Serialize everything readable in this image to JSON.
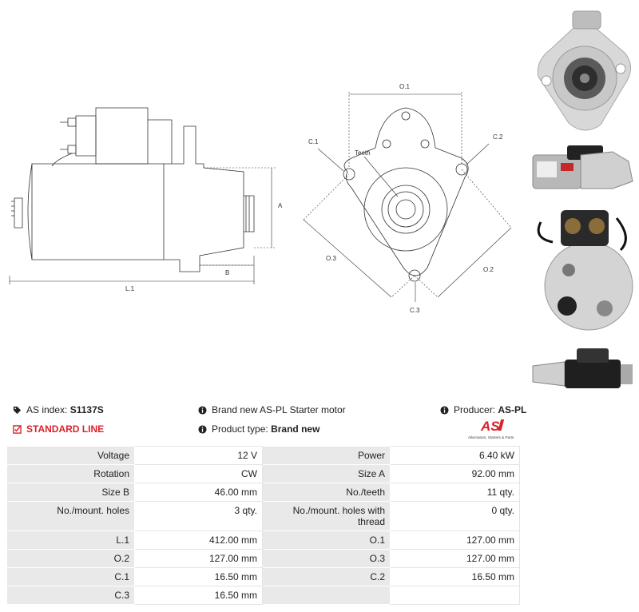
{
  "drawing": {
    "labels": {
      "A": "A",
      "B": "B",
      "L1": "L.1",
      "O1": "O.1",
      "O2": "O.2",
      "O3": "O.3",
      "C1": "C.1",
      "C2": "C.2",
      "C3": "C.3",
      "teeth": "Teeth"
    }
  },
  "photos": [
    "front-view-photo",
    "side-view-photo",
    "rear-view-photo",
    "side-view-photo-2"
  ],
  "info": {
    "as_index_label": "AS index:",
    "as_index_value": "S1137S",
    "standard_line": "STANDARD LINE",
    "description": "Brand new AS-PL Starter motor",
    "product_type_label": "Product type:",
    "product_type_value": "Brand new",
    "producer_label": "Producer:",
    "producer_value": "AS-PL",
    "logo_text": "AS",
    "logo_subtext": "Alternators, Starters & Parts"
  },
  "specs": [
    [
      {
        "label": "Voltage",
        "value": "12 V"
      },
      {
        "label": "Power",
        "value": "6.40 kW"
      }
    ],
    [
      {
        "label": "Rotation",
        "value": "CW"
      },
      {
        "label": "Size A",
        "value": "92.00 mm"
      }
    ],
    [
      {
        "label": "Size B",
        "value": "46.00 mm"
      },
      {
        "label": "No./teeth",
        "value": "11 qty."
      }
    ],
    [
      {
        "label": "No./mount. holes",
        "value": "3 qty."
      },
      {
        "label": "No./mount. holes with thread",
        "value": "0 qty."
      }
    ],
    [
      {
        "label": "L.1",
        "value": "412.00 mm"
      },
      {
        "label": "O.1",
        "value": "127.00 mm"
      }
    ],
    [
      {
        "label": "O.2",
        "value": "127.00 mm"
      },
      {
        "label": "O.3",
        "value": "127.00 mm"
      }
    ],
    [
      {
        "label": "C.1",
        "value": "16.50 mm"
      },
      {
        "label": "C.2",
        "value": "16.50 mm"
      }
    ],
    [
      {
        "label": "C.3",
        "value": "16.50 mm"
      },
      {
        "label": "",
        "value": ""
      }
    ]
  ],
  "colors": {
    "accent_red": "#d8222a",
    "label_bg": "#e9e9e9"
  }
}
